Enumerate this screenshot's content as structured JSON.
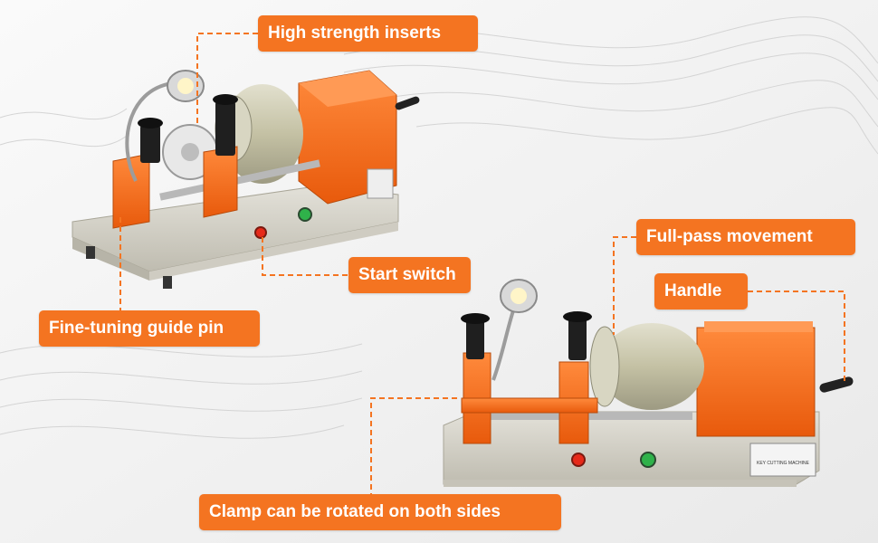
{
  "colors": {
    "accent": "#f47421",
    "body": "#ff6a13",
    "motor": "#c9c6a8",
    "base": "#d6d3c8",
    "background": "#f2f2f2"
  },
  "callouts": {
    "high_strength_inserts": "High strength inserts",
    "full_pass_movement": "Full-pass movement",
    "start_switch": "Start switch",
    "handle": "Handle",
    "fine_tuning_guide_pin": "Fine-tuning guide pin",
    "clamp_rotation": "Clamp can be rotated on both sides"
  },
  "machine_plate_text": "KEY CUTTING MACHINE"
}
